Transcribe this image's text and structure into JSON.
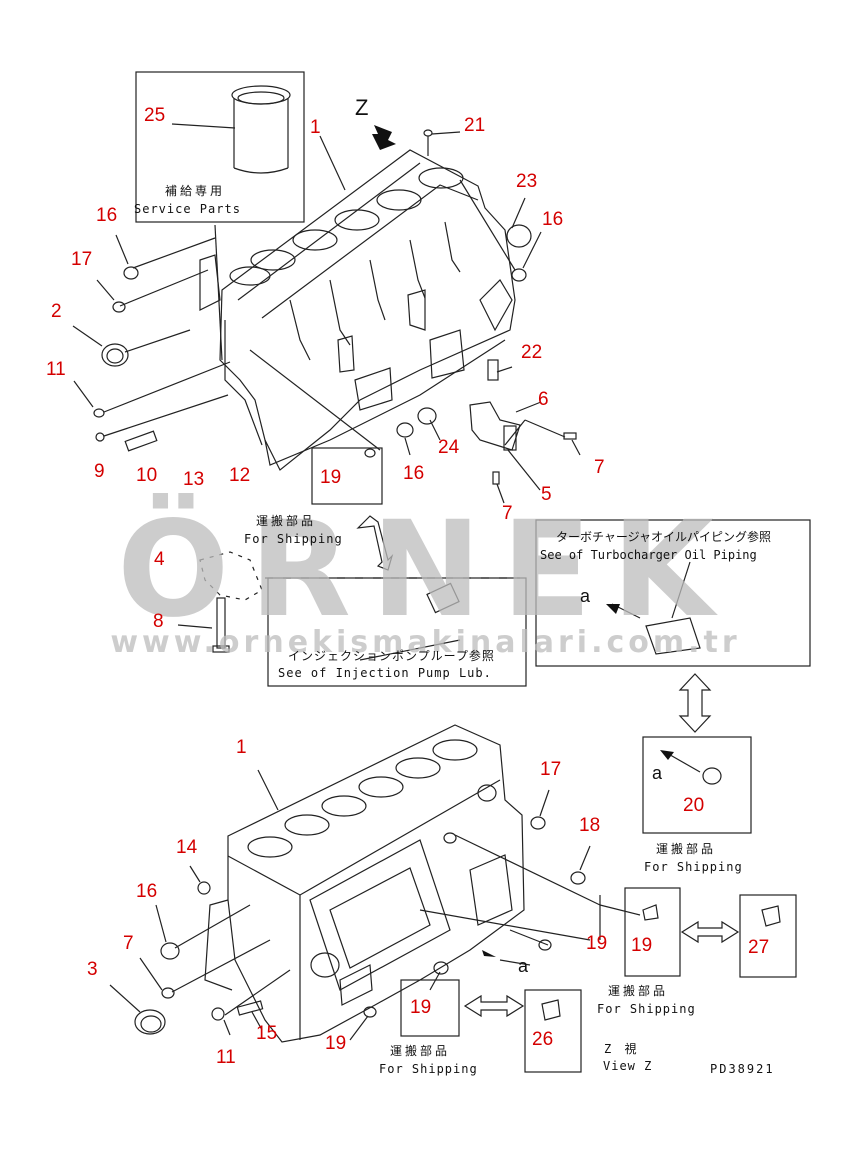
{
  "watermark": {
    "brand": "ÖRNEK",
    "url": "www.ornekismakinalari.com.tr",
    "accent_color": "#f2c14e"
  },
  "view_z_mark": "Z",
  "drawing_code": "PD38921",
  "arrow_label_a": "a",
  "captions": {
    "service_jp": "補給専用",
    "service_en": "Service Parts",
    "shipping_jp": "運搬部品",
    "shipping_en": "For Shipping",
    "injection_jp": "インジェクションポンプループ参照",
    "injection_en": "See of Injection Pump Lub.",
    "turbo_jp": "ターボチャージャオイルパイピング参照",
    "turbo_en": "See of Turbocharger Oil Piping",
    "viewz_jp": "Z 視",
    "viewz_en": "View Z"
  },
  "callouts": [
    "25",
    "1",
    "21",
    "23",
    "16",
    "16",
    "17",
    "2",
    "11",
    "22",
    "6",
    "9",
    "10",
    "13",
    "12",
    "19",
    "24",
    "16",
    "7",
    "5",
    "7",
    "4",
    "8",
    "a",
    "1",
    "17",
    "20",
    "18",
    "14",
    "16",
    "7",
    "3",
    "19",
    "19",
    "27",
    "19",
    "11",
    "15",
    "19",
    "26"
  ]
}
